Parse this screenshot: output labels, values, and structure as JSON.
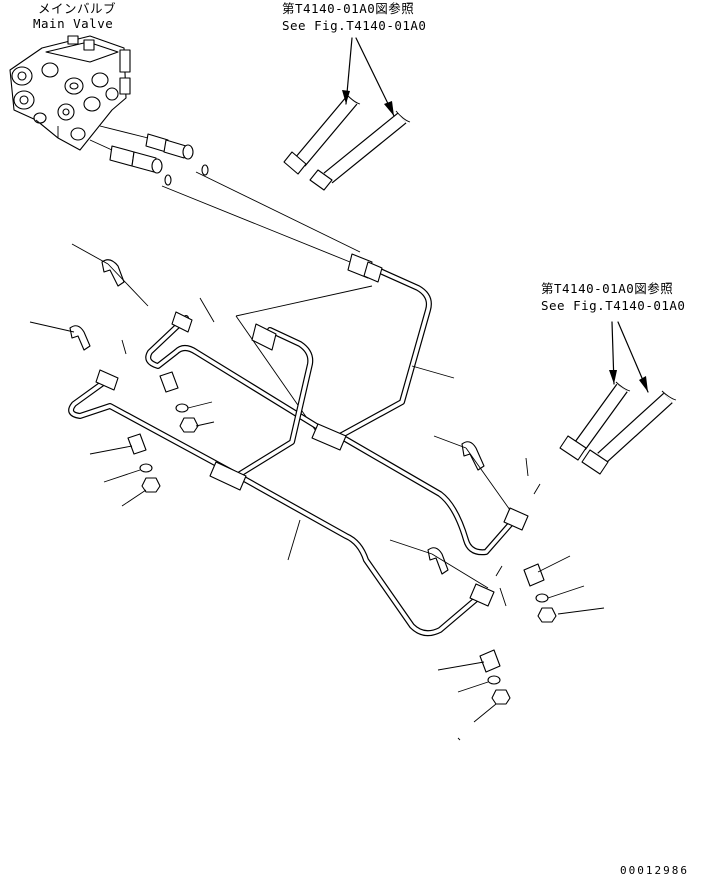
{
  "labels": {
    "main_valve_jp": "メインバルブ",
    "main_valve_en": "Main Valve",
    "ref_top_jp": "第T4140-01A0図参照",
    "ref_top_en": "See Fig.T4140-01A0",
    "ref_right_jp": "第T4140-01A0図参照",
    "ref_right_en": "See Fig.T4140-01A0",
    "drawing_number": "00012986"
  },
  "parts": {
    "main_valve": "main-valve",
    "tube_assemblies": [
      "upper-tube",
      "middle-tube",
      "lower-tube",
      "left-loop-tube"
    ],
    "hoses": [
      "hose-top-left",
      "hose-top-right",
      "hose-right-left",
      "hose-right-right"
    ],
    "clamps": [
      "clamp-a",
      "clamp-b",
      "clamp-c",
      "clamp-d",
      "clamp-e",
      "clamp-f"
    ],
    "washers_and_nuts": [
      "washer-nut-1",
      "washer-nut-2",
      "washer-nut-3",
      "washer-nut-4"
    ]
  },
  "colors": {
    "line": "#000000",
    "background": "#ffffff"
  }
}
